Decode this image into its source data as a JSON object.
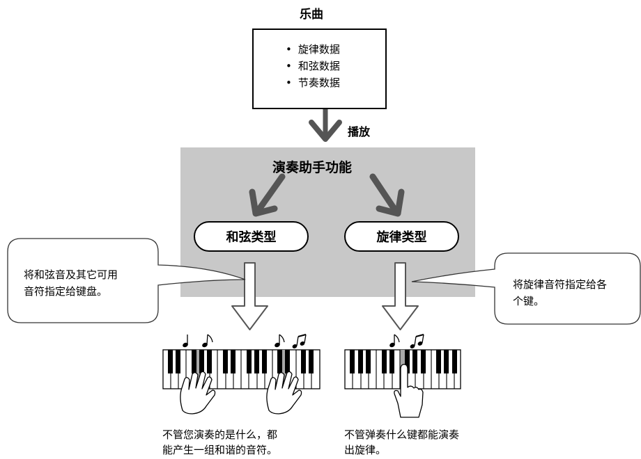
{
  "song": {
    "title": "乐曲",
    "items": [
      "旋律数据",
      "和弦数据",
      "节奏数据"
    ]
  },
  "playback_label": "播放",
  "performance_assist": {
    "title": "演奏助手功能"
  },
  "types": {
    "chord": "和弦类型",
    "melody": "旋律类型"
  },
  "bubbles": {
    "chord": {
      "line1": "将和弦音及其它可用",
      "line2": "音符指定给键盘。"
    },
    "melody": {
      "line1": "将旋律音符指定给各",
      "line2": "个键。"
    }
  },
  "captions": {
    "chord": {
      "line1": "不管您演奏的是什么，都",
      "line2": "能产生一组和谐的音符。"
    },
    "melody": {
      "line1": "不管弹奏什么键都能演奏",
      "line2": "出旋律。"
    }
  },
  "colors": {
    "panel": "#c8c8c8",
    "arrow": "#555555",
    "highlight_key": "#a8a8a8"
  }
}
